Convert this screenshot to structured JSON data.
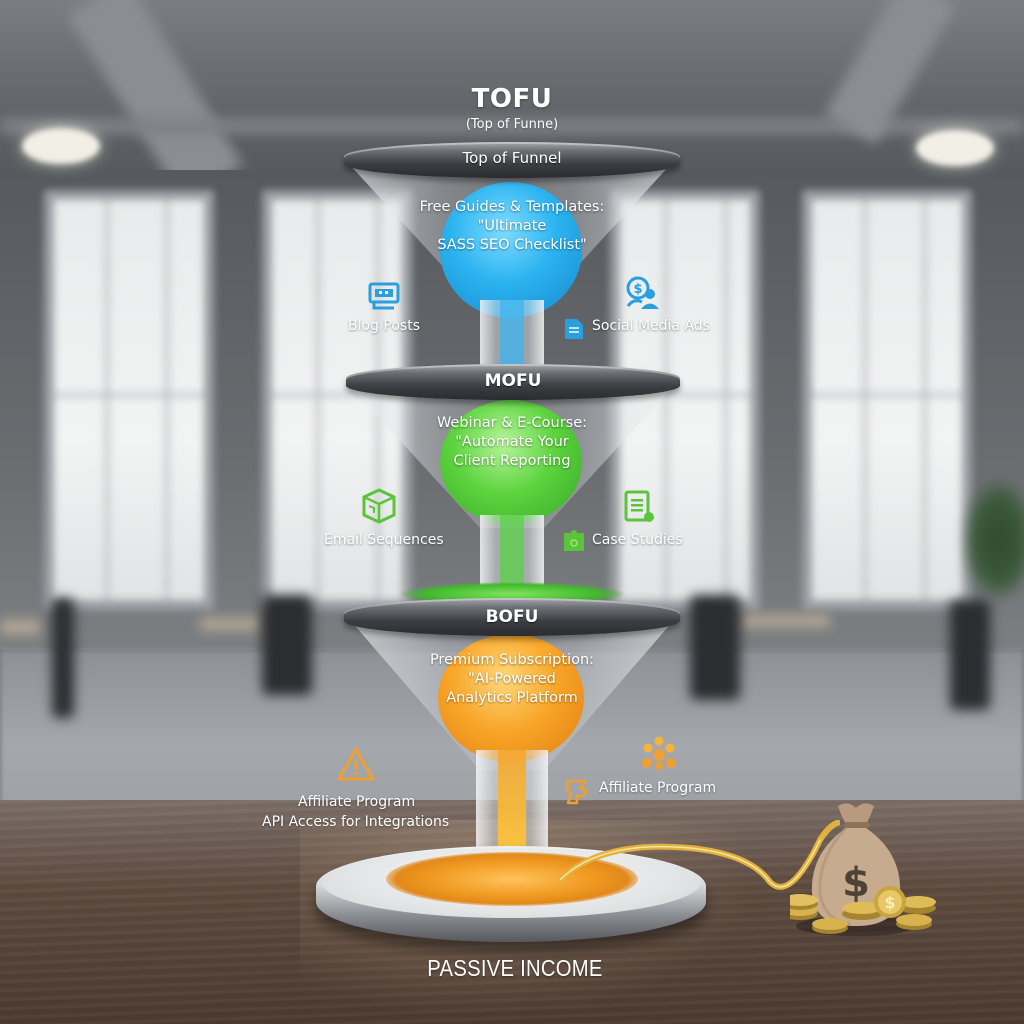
{
  "header": {
    "title": "TOFU",
    "subtitle": "(Top of Funne)"
  },
  "funnels": [
    {
      "stage": "TOFU",
      "rim_label": "Top of Funnel",
      "color": "#2bb3f0",
      "lines": [
        "Free Guides & Templates:",
        "\"Ultimate",
        "SASS SEO Checklist\""
      ],
      "left_item": {
        "label": "Blog Posts",
        "icon": "monitor-chat-icon",
        "color": "#2a9fe0"
      },
      "right_items": [
        {
          "label": "",
          "icon": "dollar-user-icon",
          "color": "#2a9fe0"
        },
        {
          "label": "Social Media Ads",
          "icon": "document-icon",
          "color": "#2a9fe0"
        }
      ]
    },
    {
      "stage": "MOFU",
      "rim_label": "MOFU",
      "color": "#5dd43f",
      "lines": [
        "Webinar & E-Course:",
        "\"Automate Your",
        "Client Reporting"
      ],
      "left_item": {
        "label": "Email Sequences",
        "icon": "cube-icon",
        "color": "#5cc43a"
      },
      "right_items": [
        {
          "label": "",
          "icon": "checklist-document-icon",
          "color": "#5cc43a"
        },
        {
          "label": "Case Studies",
          "icon": "puzzle-piece-icon",
          "color": "#5cc43a"
        }
      ]
    },
    {
      "stage": "BOFU",
      "rim_label": "BOFU",
      "color": "#f8a629",
      "lines": [
        "Premium Subscription:",
        "\"AI-Powered",
        "Analytics Platform"
      ],
      "left_item": {
        "label_lines": [
          "Affiliate Program",
          "API Access for Integrations"
        ],
        "icon": "warning-triangle-icon",
        "color": "#f0a030"
      },
      "right_items": [
        {
          "label": "",
          "icon": "people-group-icon",
          "color": "#f0a030"
        },
        {
          "label": "Affiliate Program",
          "icon": "map-puzzle-icon",
          "color": "#f0a030"
        }
      ]
    }
  ],
  "footer": {
    "label": "PASSIVE INCOME",
    "money_bag_symbol": "$",
    "coin_symbol": "$"
  }
}
